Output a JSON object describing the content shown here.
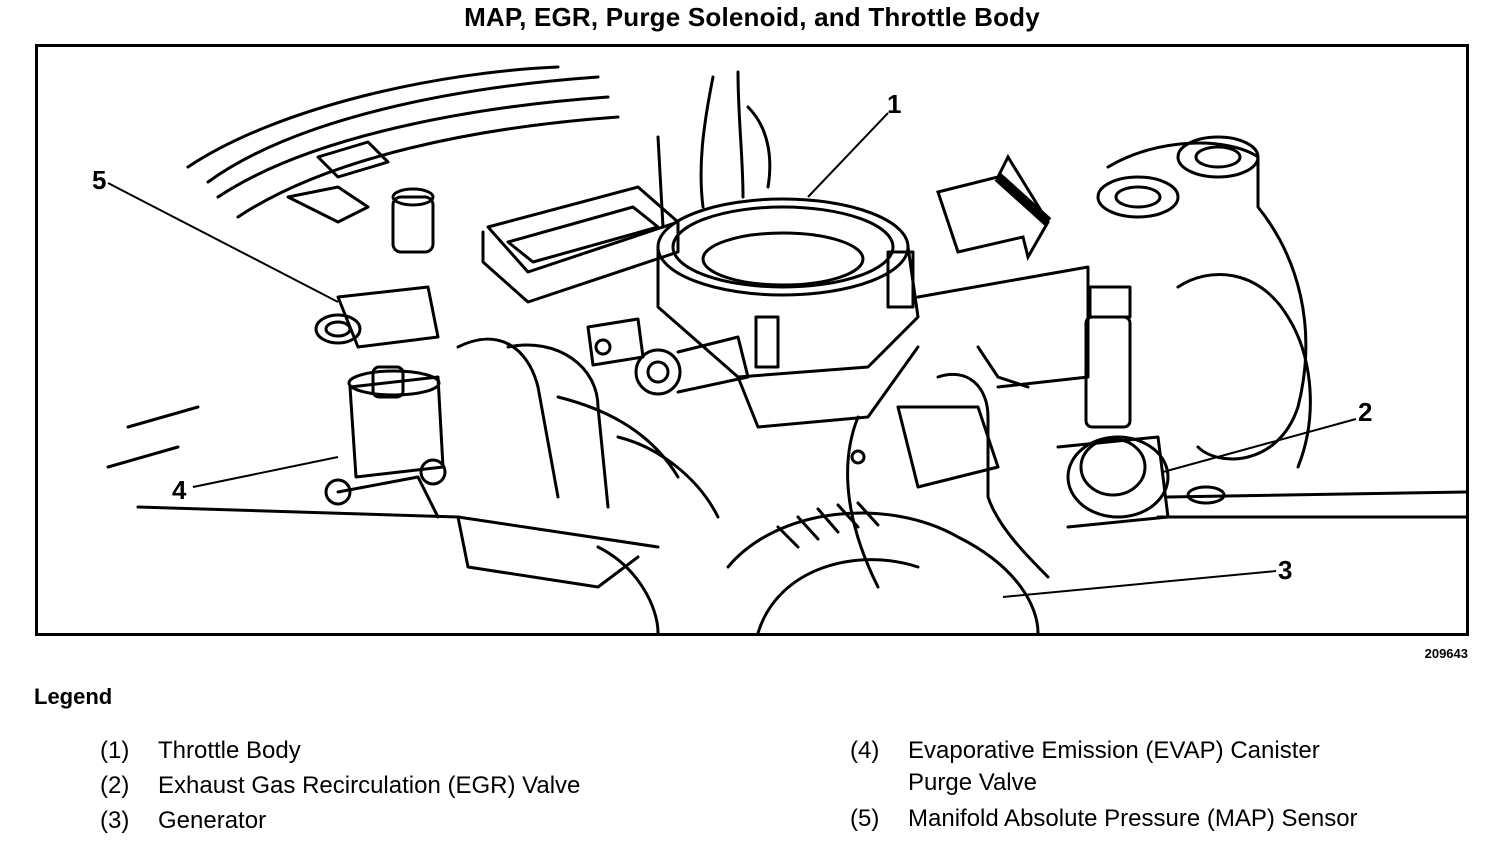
{
  "title": "MAP, EGR, Purge Solenoid, and Throttle Body",
  "figure_number": "209643",
  "legend": {
    "heading": "Legend",
    "items": [
      {
        "num": "(1)",
        "label": "Throttle Body"
      },
      {
        "num": "(2)",
        "label": "Exhaust Gas Recirculation (EGR) Valve"
      },
      {
        "num": "(3)",
        "label": "Generator"
      },
      {
        "num": "(4)",
        "label": "Evaporative Emission (EVAP) Canister",
        "label2": "Purge Valve"
      },
      {
        "num": "(5)",
        "label": "Manifold Absolute Pressure (MAP) Sensor"
      }
    ]
  },
  "callouts": [
    "1",
    "2",
    "3",
    "4",
    "5"
  ]
}
